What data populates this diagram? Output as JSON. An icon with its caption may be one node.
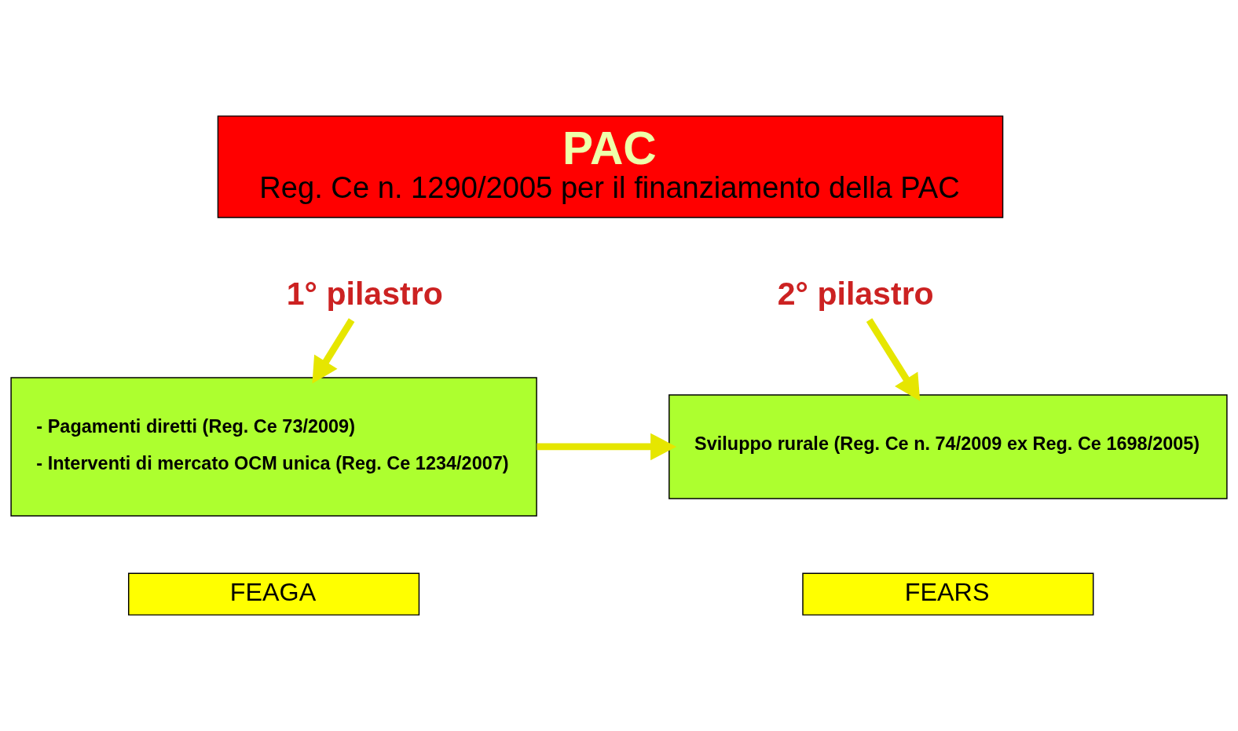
{
  "diagram": {
    "nodes": [
      {
        "text": [
          "PAC",
          "Reg. Ce n. 1290/2005 per il finanziamento della PAC"
        ]
      },
      {
        "text": [
          "1° pilastro"
        ]
      },
      {
        "text": [
          "2° pilastro"
        ]
      },
      {
        "text": [
          "- Pagamenti diretti (Reg. Ce 73/2009)",
          "- Interventi di mercato OCM unica (Reg. Ce 1234/2007)"
        ]
      },
      {
        "text": [
          "Sviluppo rurale (Reg. Ce n. 74/2009 ex Reg. Ce 1698/2005)"
        ]
      },
      {
        "text": [
          "FEAGA"
        ]
      },
      {
        "text": [
          "FEARS"
        ]
      }
    ],
    "edges": [
      {
        "from": 1,
        "to": 3,
        "arrow": "to"
      },
      {
        "from": 2,
        "to": 4,
        "arrow": "to"
      },
      {
        "from": 3,
        "to": 4,
        "arrow": "to"
      }
    ]
  }
}
